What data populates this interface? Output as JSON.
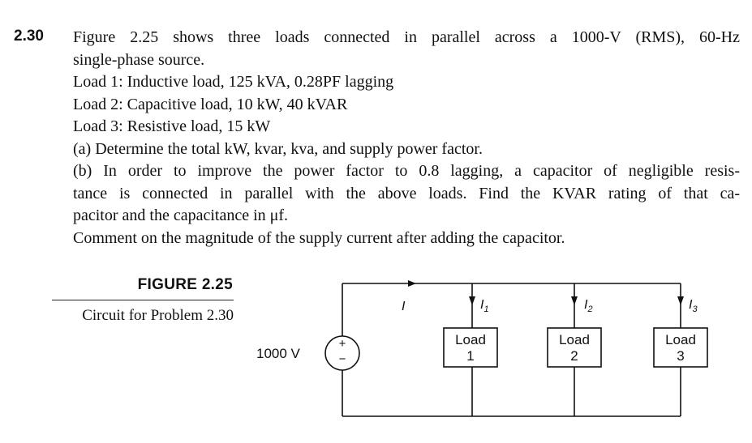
{
  "problem": {
    "number": "2.30",
    "lines": [
      "Figure 2.25 shows three loads connected in parallel across a 1000-V (RMS), 60-Hz",
      "single-phase source.",
      "Load 1: Inductive load, 125 kVA, 0.28PF lagging",
      "Load 2: Capacitive load, 10 kW, 40 kVAR",
      "Load 3: Resistive load, 15 kW",
      "(a) Determine the total kW, kvar, kva, and supply power factor.",
      "(b) In order to improve the power factor to 0.8 lagging, a capacitor of negligible resis-",
      "tance is connected in parallel with the above loads. Find the KVAR rating of that ca-",
      "pacitor and the capacitance in μf.",
      "Comment on the magnitude of the supply current after adding the capacitor."
    ]
  },
  "figure": {
    "title": "FIGURE 2.25",
    "caption": "Circuit for Problem 2.30",
    "source_voltage": "1000 V",
    "source_plus": "+",
    "source_minus": "−",
    "current_total": "I",
    "branches": [
      {
        "current_symbol": "I",
        "current_sub": "1",
        "load_name": "Load",
        "load_number": "1"
      },
      {
        "current_symbol": "I",
        "current_sub": "2",
        "load_name": "Load",
        "load_number": "2"
      },
      {
        "current_symbol": "I",
        "current_sub": "3",
        "load_name": "Load",
        "load_number": "3"
      }
    ]
  }
}
